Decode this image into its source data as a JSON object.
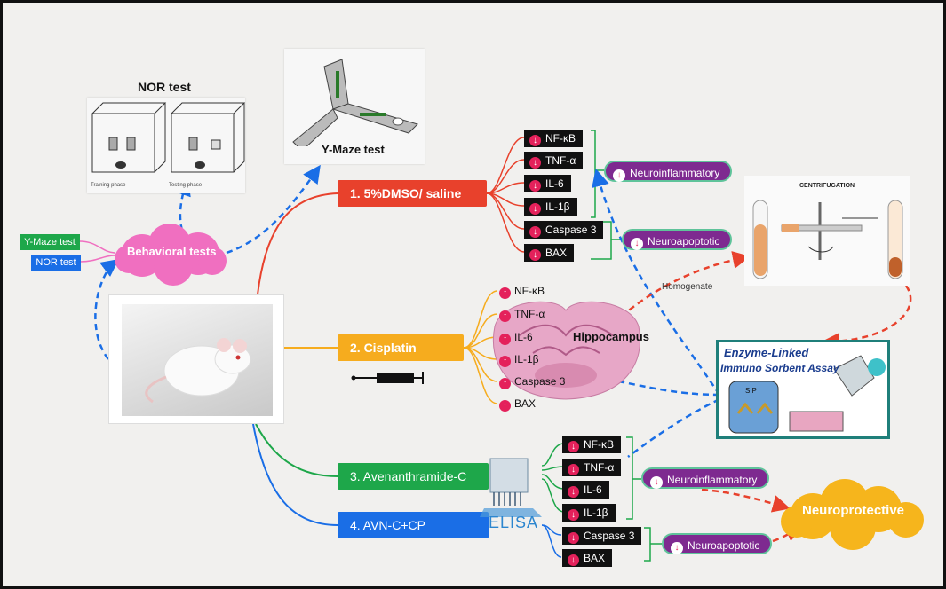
{
  "colors": {
    "dmso": "#e8412c",
    "cisplatin": "#f6ac1e",
    "avn": "#1ea74a",
    "avncp": "#1a6ee6",
    "purple": "#7e2a90",
    "pink": "#f06fc0",
    "arrow": "#e4215b"
  },
  "tests": {
    "nor_title": "NOR test",
    "training": "Training phase",
    "testing": "Testing phase",
    "ymaze_title": "Y-Maze test"
  },
  "behavioral": {
    "title": "Behavioral tests",
    "ymaze_tag": "Y-Maze test",
    "nor_tag": "NOR test"
  },
  "groups": [
    "1.      5%DMSO/ saline",
    "2. Cisplatin",
    "3. Avenanthramide-C",
    "4.       AVN-C+CP"
  ],
  "markers_dmso": [
    "NF-κB",
    "TNF-α",
    "IL-6",
    "IL-1β",
    "Caspase 3",
    "BAX"
  ],
  "markers_cisplatin": [
    "NF-κB",
    "TNF-α",
    "IL-6",
    "IL-1β",
    "Caspase 3",
    "BAX"
  ],
  "markers_avn": [
    "NF-κB",
    "TNF-α",
    "IL-6",
    "IL-1β",
    "Caspase 3",
    "BAX"
  ],
  "effects": {
    "neuroinflammatory": "Neuroinflammatory",
    "neuroapoptotic": "Neuroapoptotic",
    "neuroprotective": "Neuroprotective"
  },
  "labels": {
    "hippocampus": "Hippocampus",
    "homogenate": "Homogenate",
    "centrifugation": "CENTRIFUGATION",
    "elisa": "ELISA",
    "elisa_line1": "Enzyme-Linked",
    "elisa_line2": "Immuno Sorbent Assay",
    "elisa_small": "S   P"
  }
}
